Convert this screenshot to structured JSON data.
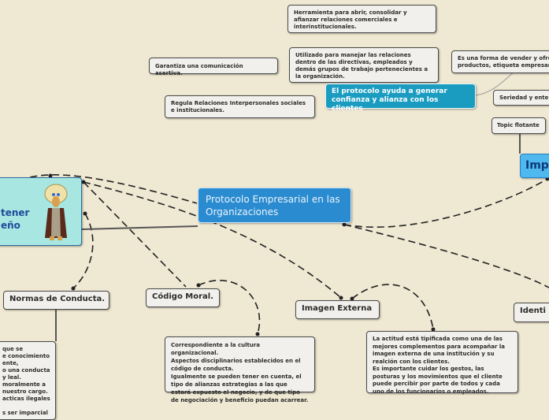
{
  "central": "Protocolo Empresarial en las Organizaciones",
  "left_topic": "tener\neño",
  "right_topic": "Imp",
  "highlight": "El protocolo ayuda a generar confianza y alianza con los clientes",
  "notes": {
    "herramienta": "Herramienta para abrir, consolidar y afianzar relaciones comerciales e interinstitucionales.",
    "utilizado": "Utilizado para manejar las relaciones dentro de las directivas, empleados y demás grupos de trabajo pertenecientes a la organización.",
    "garantiza": "Garantiza una comunicación asertiva.",
    "regula": "Regula Relaciones Interpersonales sociales e institucionales.",
    "forma": "Es una forma de vender y ofre\nproductos, etiqueta empresar",
    "seriedad": "Seriedad  y ente",
    "topic_flotante": "Topic flotante",
    "correspondiente": "Correspondiente a la cultura organizacional.\nAspectos disciplinarios establecidos  en el código de conducta.\nIgualmente se pueden tener en cuenta, el tipo de alianzas estrategias a las que estará expuesto el negocio, y de que tipo de negociación y beneficio puedan acarrear.",
    "actitud": "La actitud está tipificada como una de las mejores  complementos para acompañar la imagen externa de una institución y su realción con los clientes.\nEs importante cuidar los gestos, las posturas y los movimientos que el cliente puede percibir por parte de todos y cada uno de los funcionarios o empleados.",
    "normas_text": "que se\ne conocimiento\nente,\no una conducta\ny leal.\nmoralmente  a\nnuestro cargo.\nacticas ilegales\n\ns ser imparcial"
  },
  "topics": {
    "normas": "Normas de Conducta.",
    "codigo": "Código Moral.",
    "imagen": "Imagen Externa",
    "identidad": "Identi"
  },
  "colors": {
    "background": "#efe8d2",
    "central": "#2a8bd0",
    "highlight": "#1a9cc0",
    "right_topic": "#4fb8ee",
    "left_topic": "#a8e6e2"
  }
}
